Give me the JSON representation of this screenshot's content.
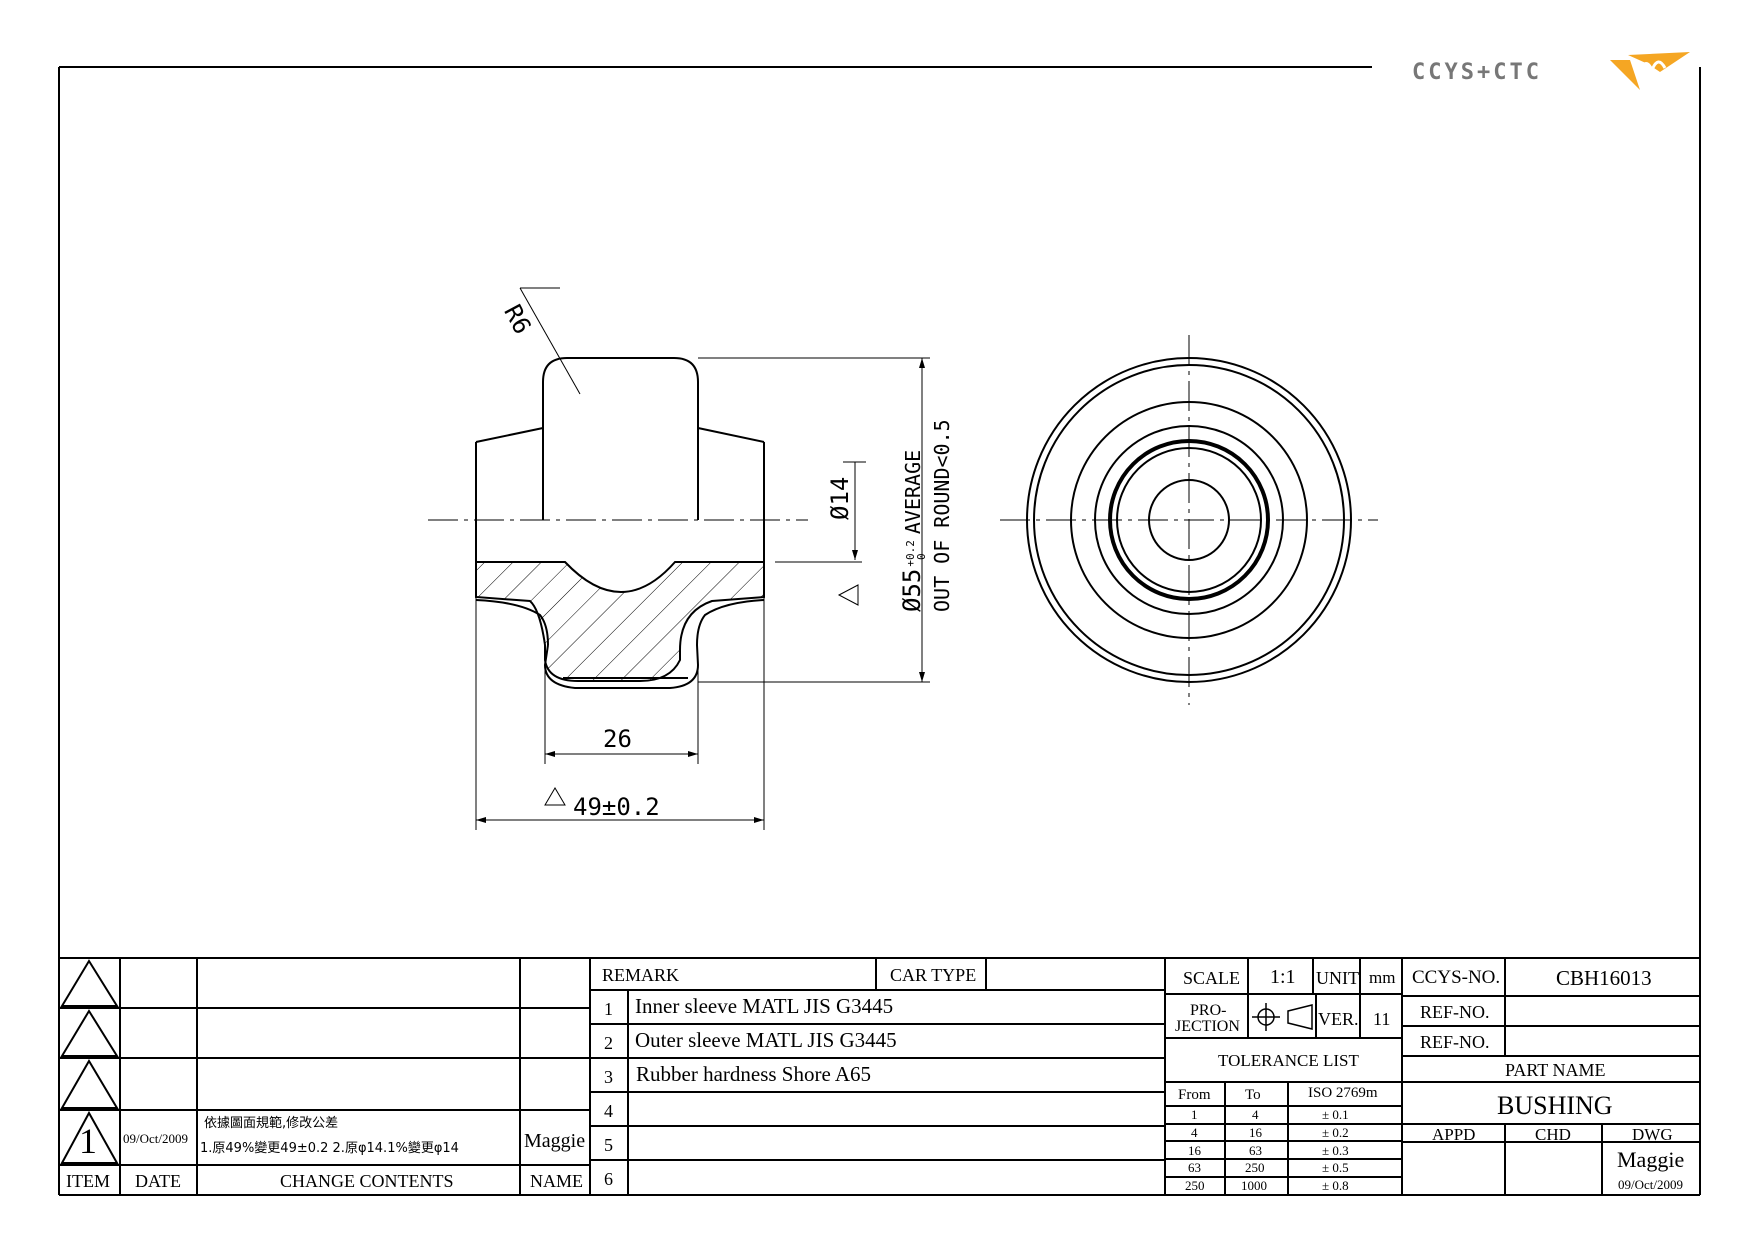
{
  "logo": {
    "text": "CCYS+CTC"
  },
  "drawing": {
    "dims": {
      "r6": "R6",
      "d14": "Ø14",
      "d55": "Ø55",
      "d55_tol_upper": "+0.2",
      "d55_tol_lower": "-0",
      "average": "AVERAGE",
      "out_of_round": "OUT OF ROUND<0.5",
      "w26": "26",
      "w49": "49±0.2"
    }
  },
  "revision_table": {
    "header": {
      "item": "ITEM",
      "date": "DATE",
      "change": "CHANGE CONTENTS",
      "name": "NAME"
    },
    "rows": [
      {
        "item": "",
        "date": "",
        "change_line1": "",
        "change_line2": "",
        "name": ""
      },
      {
        "item": "",
        "date": "",
        "change_line1": "",
        "change_line2": "",
        "name": ""
      },
      {
        "item": "",
        "date": "",
        "change_line1": "",
        "change_line2": "",
        "name": ""
      },
      {
        "item": "1",
        "date": "09/Oct/2009",
        "change_line1": "依據圖面規範,修改公差",
        "change_line2": "1.原49%變更49±0.2  2.原φ14.1%變更φ14",
        "name": "Maggie"
      }
    ]
  },
  "remarks": {
    "header": "REMARK",
    "car_type_label": "CAR TYPE",
    "car_type_value": "",
    "items": [
      {
        "no": "1",
        "text": "Inner sleeve MATL JIS G3445"
      },
      {
        "no": "2",
        "text": "Outer sleeve MATL JIS G3445"
      },
      {
        "no": "3",
        "text": "Rubber hardness Shore A65"
      },
      {
        "no": "4",
        "text": ""
      },
      {
        "no": "5",
        "text": ""
      },
      {
        "no": "6",
        "text": ""
      }
    ]
  },
  "title_block": {
    "scale_label": "SCALE",
    "scale_value": "1:1",
    "unit_label": "UNIT",
    "unit_value": "mm",
    "projection_line1": "PRO-",
    "projection_line2": "JECTION",
    "ver_label": "VER.",
    "ver_value": "11",
    "tolerance_title": "TOLERANCE LIST",
    "tolerance_headers": {
      "from": "From",
      "to": "To",
      "iso": "ISO 2769m"
    },
    "tolerance_rows": [
      {
        "from": "1",
        "to": "4",
        "tol": "± 0.1"
      },
      {
        "from": "4",
        "to": "16",
        "tol": "± 0.2"
      },
      {
        "from": "16",
        "to": "63",
        "tol": "± 0.3"
      },
      {
        "from": "63",
        "to": "250",
        "tol": "± 0.5"
      },
      {
        "from": "250",
        "to": "1000",
        "tol": "± 0.8"
      }
    ],
    "ccys_no_label": "CCYS-NO.",
    "ccys_no_value": "CBH16013",
    "ref_no_label_1": "REF-NO.",
    "ref_no_value_1": "",
    "ref_no_label_2": "REF-NO.",
    "ref_no_value_2": "",
    "part_name_label": "PART NAME",
    "part_name_value": "BUSHING",
    "appd_label": "APPD",
    "chd_label": "CHD",
    "dwg_label": "DWG",
    "appd_value": "",
    "chd_value": "",
    "dwg_value": "Maggie",
    "dwg_date": "09/Oct/2009"
  }
}
